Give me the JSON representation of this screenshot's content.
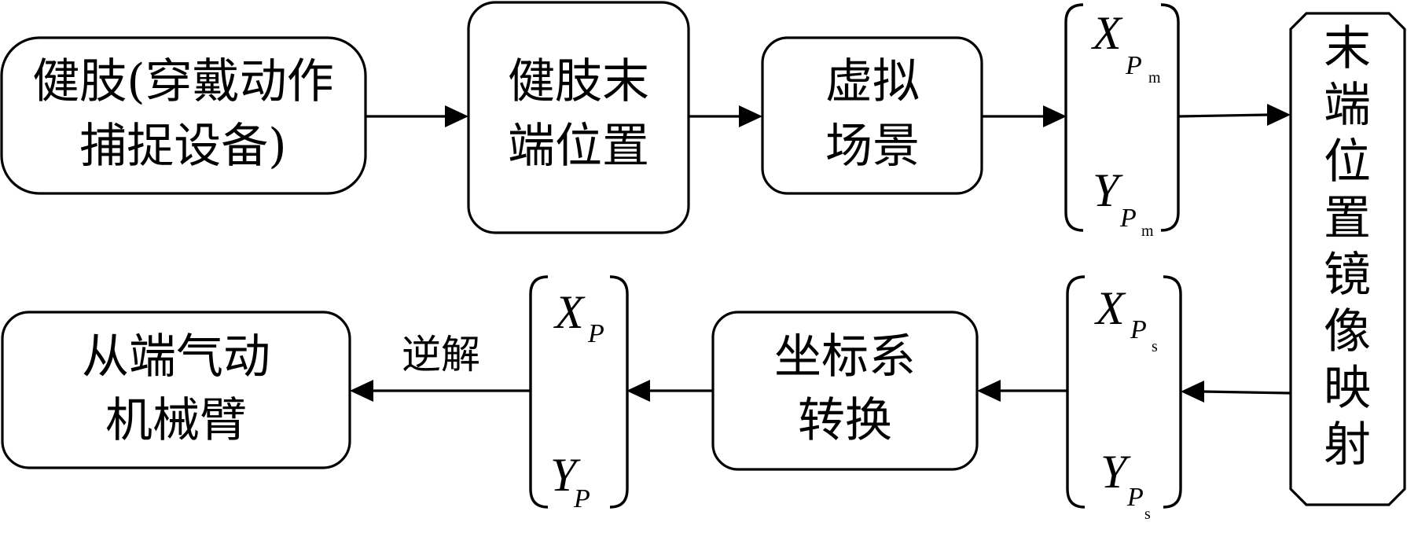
{
  "boxes": {
    "capture_device": {
      "line1": "健肢(穿戴动作",
      "line2": "捕捉设备)"
    },
    "limb_end_position": {
      "line1": "健肢末",
      "line2": "端位置"
    },
    "virtual_scene": {
      "line1": "虚拟",
      "line2": "场景"
    },
    "mirror_mapping": {
      "chars": [
        "末",
        "端",
        "位",
        "置",
        "镜",
        "像",
        "映",
        "射"
      ]
    },
    "coordinate_transform": {
      "line1": "坐标系",
      "line2": "转换"
    },
    "slave_arm": {
      "line1": "从端气动",
      "line2": "机械臂"
    }
  },
  "vectors": {
    "master": {
      "x": "X",
      "y": "Y",
      "sub": "P",
      "subsub": "m"
    },
    "slave": {
      "x": "X",
      "y": "Y",
      "sub": "P",
      "subsub": "s"
    },
    "target": {
      "x": "X",
      "y": "Y",
      "sub": "P"
    }
  },
  "edge_labels": {
    "inverse_solution": "逆解"
  }
}
